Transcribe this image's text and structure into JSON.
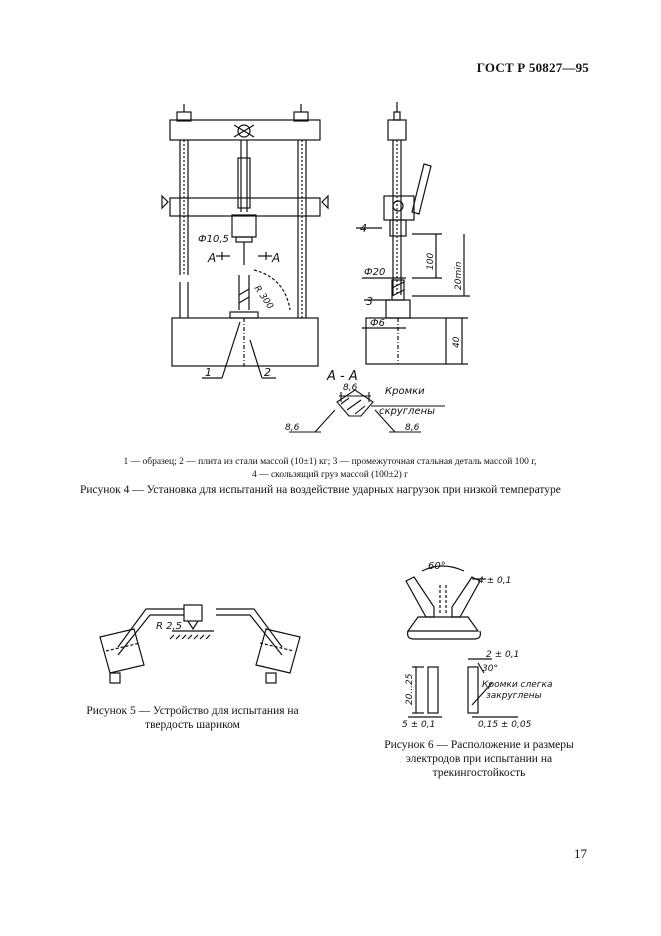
{
  "header": {
    "standard_code": "ГОСТ Р 50827—95"
  },
  "figure4": {
    "labels": {
      "phi105": "Ф10,5",
      "sectionA_left": "А",
      "sectionA_right": "А",
      "radius": "R 300",
      "part1": "1",
      "part2": "2",
      "part3": "3",
      "part4": "4",
      "dim100": "100",
      "dim20min": "20min",
      "phi20": "Ф20",
      "phi6": "Ф6",
      "dim40": "40",
      "section_title": "А - А",
      "dim86_top": "8,6",
      "dim86_left": "8,6",
      "dim86_right": "8,6",
      "edges_line1": "Кромки",
      "edges_line2": "скруглены"
    },
    "legend_line1": "1 — образец; 2 — плита из стали массой (10±1) кг; 3 — промежуточная стальная деталь массой 100 г,",
    "legend_line2": "4 — скользящий груз массой (100±2) г",
    "caption": "Рисунок 4 — Установка для испытаний на воздействие ударных нагрузок при низкой температуре"
  },
  "figure5": {
    "labels": {
      "radius": "R 2,5"
    },
    "caption": "Рисунок 5 — Устройство для испытания на твердость шариком"
  },
  "figure6": {
    "labels": {
      "angle60": "60°",
      "dim4": "4 ± 0,1",
      "dim2": "2 ± 0,1",
      "angle30": "30°",
      "dim20_25": "20...25",
      "edges_line1": "Кромки слегка",
      "edges_line2": "закруглены",
      "dim5": "5 ± 0,1",
      "dim015": "0,15 ± 0,05"
    },
    "caption": "Рисунок 6 — Расположение и размеры электродов при испытании на трекингостойкость"
  },
  "page_number": "17"
}
